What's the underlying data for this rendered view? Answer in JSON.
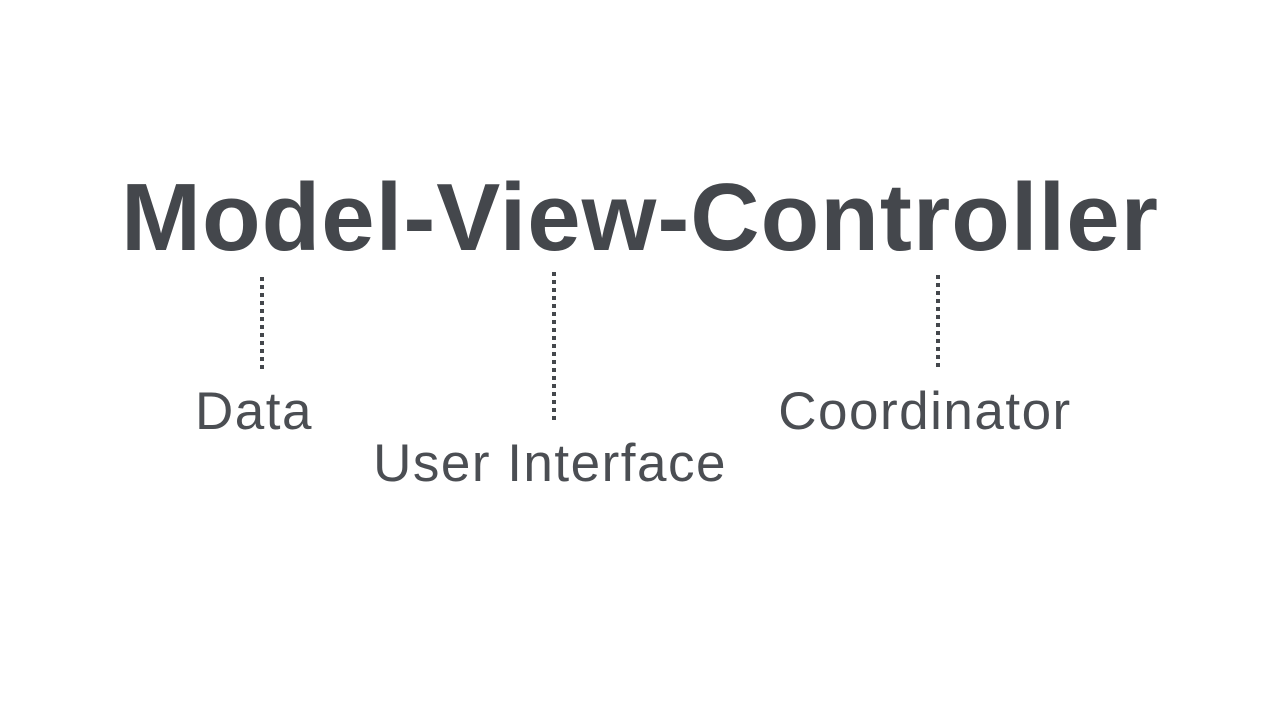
{
  "colors": {
    "background": "#ffffff",
    "ink": "#44474c",
    "ink_light": "#4b4e53"
  },
  "title": {
    "text": "Model-View-Controller"
  },
  "annotations": [
    {
      "term": "Model",
      "label": "Data",
      "connector": "dotted-vertical-line"
    },
    {
      "term": "View",
      "label": "User Interface",
      "connector": "dotted-vertical-line"
    },
    {
      "term": "Controller",
      "label": "Coordinator",
      "connector": "dotted-vertical-line"
    }
  ]
}
